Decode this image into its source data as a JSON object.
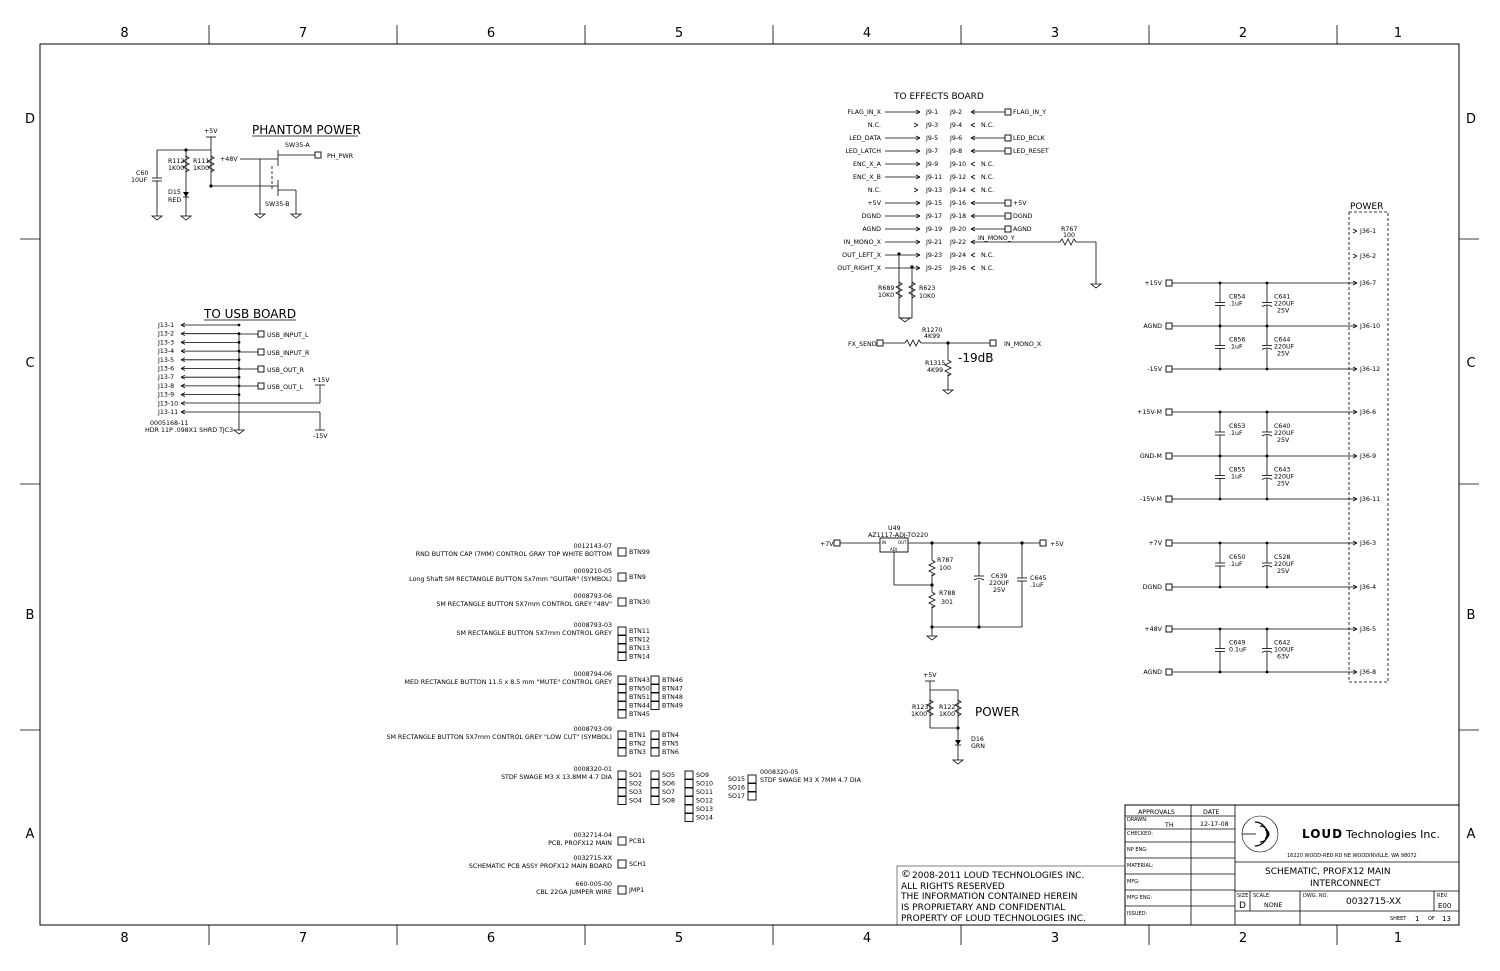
{
  "border": {
    "columns": [
      "8",
      "7",
      "6",
      "5",
      "4",
      "3",
      "2",
      "1"
    ],
    "rows": [
      "D",
      "C",
      "B",
      "A"
    ]
  },
  "phantom": {
    "title": "PHANTOM POWER",
    "v5": "+5V",
    "v48": "+48V",
    "c60": "C60",
    "c60v": "10UF",
    "r112": "R112",
    "r112v": "1K00",
    "r111": "R111",
    "r111v": "1K00",
    "d15": "D15",
    "d15v": "RED",
    "sw_a": "SW35-A",
    "sw_b": "SW35-B",
    "ph_pwr": "PH_PWR"
  },
  "usb": {
    "title": "TO USB BOARD",
    "pins": [
      "J13-1",
      "J13-2",
      "J13-3",
      "J13-4",
      "J13-5",
      "J13-6",
      "J13-7",
      "J13-8",
      "J13-9",
      "J13-10",
      "J13-11"
    ],
    "nets": [
      "USB_INPUT_L",
      "USB_INPUT_R",
      "USB_OUT_R",
      "USB_OUT_L"
    ],
    "p15": "+15V",
    "n15": "-15V",
    "part": "0005168-11",
    "desc": "HDR 11P .098X1 SHRD TJC3"
  },
  "effects": {
    "title": "TO EFFECTS BOARD",
    "rows": [
      {
        "l": "FLAG_IN_X",
        "p1": "J9-1",
        "p2": "J9-2",
        "r": "FLAG_IN_Y"
      },
      {
        "l": "N.C.",
        "p1": "J9-3",
        "p2": "J9-4",
        "r": "N.C."
      },
      {
        "l": "LED_DATA",
        "p1": "J9-5",
        "p2": "J9-6",
        "r": "LED_BCLK"
      },
      {
        "l": "LED_LATCH",
        "p1": "J9-7",
        "p2": "J9-8",
        "r": "LED_RESET"
      },
      {
        "l": "ENC_X_A",
        "p1": "J9-9",
        "p2": "J9-10",
        "r": "N.C."
      },
      {
        "l": "ENC_X_B",
        "p1": "J9-11",
        "p2": "J9-12",
        "r": "N.C."
      },
      {
        "l": "N.C.",
        "p1": "J9-13",
        "p2": "J9-14",
        "r": "N.C."
      },
      {
        "l": "+5V",
        "p1": "J9-15",
        "p2": "J9-16",
        "r": "+5V"
      },
      {
        "l": "DGND",
        "p1": "J9-17",
        "p2": "J9-18",
        "r": "DGND"
      },
      {
        "l": "AGND",
        "p1": "J9-19",
        "p2": "J9-20",
        "r": "AGND"
      },
      {
        "l": "IN_MONO_X",
        "p1": "J9-21",
        "p2": "J9-22",
        "r": "IN_MONO_Y"
      },
      {
        "l": "OUT_LEFT_X",
        "p1": "J9-23",
        "p2": "J9-24",
        "r": "N.C."
      },
      {
        "l": "OUT_RIGHT_X",
        "p1": "J9-25",
        "p2": "J9-26",
        "r": "N.C."
      }
    ],
    "r767": "R767",
    "r767v": "100",
    "r689": "R689",
    "r689v": "10K0",
    "r623": "R623",
    "r623v": "10K0",
    "r1270": "R1270",
    "r1270v": "4K99",
    "r1315": "R1315",
    "r1315v": "4K99",
    "fx_send": "FX_SEND",
    "in_mono_x": "IN_MONO_X",
    "db": "-19dB"
  },
  "power_conn": {
    "title": "POWER",
    "pins": [
      "J36-1",
      "J36-2",
      "J36-7",
      "J36-10",
      "J36-12",
      "J36-6",
      "J36-9",
      "J36-11",
      "J36-3",
      "J36-4",
      "J36-5",
      "J36-8"
    ],
    "nets": [
      "+15V",
      "AGND",
      "-15V",
      "+15V-M",
      "GND-M",
      "-15V-M",
      "+7V",
      "DGND",
      "+48V",
      "AGND"
    ],
    "caps": [
      {
        "n": "C854",
        "v": ".1uF"
      },
      {
        "n": "C641",
        "v": "220UF",
        "v2": "25V"
      },
      {
        "n": "C856",
        "v": ".1uF"
      },
      {
        "n": "C644",
        "v": "220UF",
        "v2": "25V"
      },
      {
        "n": "C853",
        "v": ".1uF"
      },
      {
        "n": "C640",
        "v": "220UF",
        "v2": "25V"
      },
      {
        "n": "C855",
        "v": ".1uF"
      },
      {
        "n": "C643",
        "v": "220UF",
        "v2": "25V"
      },
      {
        "n": "C650",
        "v": ".1uF"
      },
      {
        "n": "C528",
        "v": "220UF",
        "v2": "25V"
      },
      {
        "n": "C649",
        "v": "0.1uF"
      },
      {
        "n": "C642",
        "v": "100UF",
        "v2": "63V"
      }
    ]
  },
  "regulator": {
    "u49": "U49",
    "part": "AZ1117-ADJ-TO220",
    "in": "+7V",
    "out": "+5V",
    "pin_in": "IN",
    "pin_out": "OUT",
    "pin_adj": "ADJ",
    "r787": "R787",
    "r787v": "100",
    "r788": "R788",
    "r788v": "301",
    "c639": "C639",
    "c639v": "220UF",
    "c639v2": "25V",
    "c645": "C645",
    "c645v": ".1uF"
  },
  "power_led": {
    "title": "POWER",
    "v5": "+5V",
    "r123": "R123",
    "r123v": "1K00",
    "r122": "R122",
    "r122v": "1K00",
    "d16": "D16",
    "d16v": "GRN"
  },
  "bom": [
    {
      "pn": "0012143-07",
      "desc": "RND BUTTON CAP (7MM) CONTROL GRAY TOP WHITE BOTTOM",
      "refs": [
        "BTN99"
      ]
    },
    {
      "pn": "0009210-05",
      "desc": "Long Shaft SM RECTANGLE BUTTON 5x7mm \"GUITAR\" (SYMBOL)",
      "refs": [
        "BTN9"
      ]
    },
    {
      "pn": "0008793-06",
      "desc": "SM RECTANGLE BUTTON 5X7mm CONTROL GREY \"48V\"",
      "refs": [
        "BTN30"
      ]
    },
    {
      "pn": "0008793-03",
      "desc": "SM RECTANGLE BUTTON 5X7mm CONTROL GREY",
      "refs": [
        "BTN11",
        "BTN12",
        "BTN13",
        "BTN14"
      ]
    },
    {
      "pn": "0008794-06",
      "desc": "MED RECTANGLE BUTTON 11.5 x 8.5 mm \"MUTE\" CONTROL GREY",
      "refs": [
        "BTN43",
        "BTN50",
        "BTN51",
        "BTN44",
        "BTN45"
      ],
      "refs2": [
        "BTN46",
        "BTN47",
        "BTN48",
        "BTN49"
      ]
    },
    {
      "pn": "0008793-09",
      "desc": "SM RECTANGLE BUTTON 5X7mm CONTROL GREY \"LOW CUT\" (SYMBOL)",
      "refs": [
        "BTN1",
        "BTN2",
        "BTN3"
      ],
      "refs2": [
        "BTN4",
        "BTN5",
        "BTN6"
      ]
    },
    {
      "pn": "0008320-01",
      "desc": "STDF SWAGE M3 X 13.8MM 4.7 DIA",
      "refs": [
        "SO1",
        "SO2",
        "SO3",
        "SO4"
      ],
      "refs2": [
        "SO5",
        "SO6",
        "SO7",
        "SO8"
      ],
      "refs3": [
        "SO9",
        "SO10",
        "SO11",
        "SO12",
        "SO13",
        "SO14"
      ]
    },
    {
      "pn": "0032714-04",
      "desc": "PCB, PROFX12 MAIN",
      "refs": [
        "PCB1"
      ]
    },
    {
      "pn": "0032715-XX",
      "desc": "SCHEMATIC PCB ASSY PROFX12 MAIN BOARD",
      "refs": [
        "SCH1"
      ]
    },
    {
      "pn": "660-005-00",
      "desc": "CBL 22GA JUMPER WIRE",
      "refs": [
        "JMP1"
      ]
    }
  ],
  "bom_right": {
    "pn": "0008320-05",
    "desc": "STDF SWAGE M3  X 7MM 4.7 DIA",
    "refs": [
      "SO15",
      "SO16",
      "SO17"
    ]
  },
  "copyright": [
    "2008-2011 LOUD TECHNOLOGIES INC.",
    "ALL RIGHTS RESERVED",
    "THE INFORMATION CONTAINED HEREIN",
    "IS PROPRIETARY AND CONFIDENTIAL",
    "PROPERTY OF LOUD TECHNOLOGIES INC."
  ],
  "title_block": {
    "approvals": "APPROVALS",
    "date": "DATE",
    "drawn": "DRAWN:",
    "drawn_by": "TH",
    "drawn_date": "12-17-08",
    "checked": "CHECKED:",
    "np_eng": "NP ENG:",
    "material": "MATERIAL:",
    "mfg": "MFG:",
    "mfg_eng": "MFG ENG:",
    "issued": "ISSUED:",
    "company_logo": "LOUD",
    "company": "Technologies Inc.",
    "address": "16220 WOOD-RED RD NE WOODINVILLE, WA 98072",
    "title1": "SCHEMATIC, PROFX12 MAIN",
    "title2": "INTERCONNECT",
    "size_lbl": "SIZE",
    "size": "D",
    "scale_lbl": "SCALE:",
    "scale": "NONE",
    "dwg_lbl": "DWG. NO.",
    "dwg": "0032715-XX",
    "rev_lbl": "REV.",
    "rev": "E00",
    "sheet_lbl": "SHEET",
    "sheet": "1",
    "of_lbl": "OF",
    "of": "13"
  }
}
